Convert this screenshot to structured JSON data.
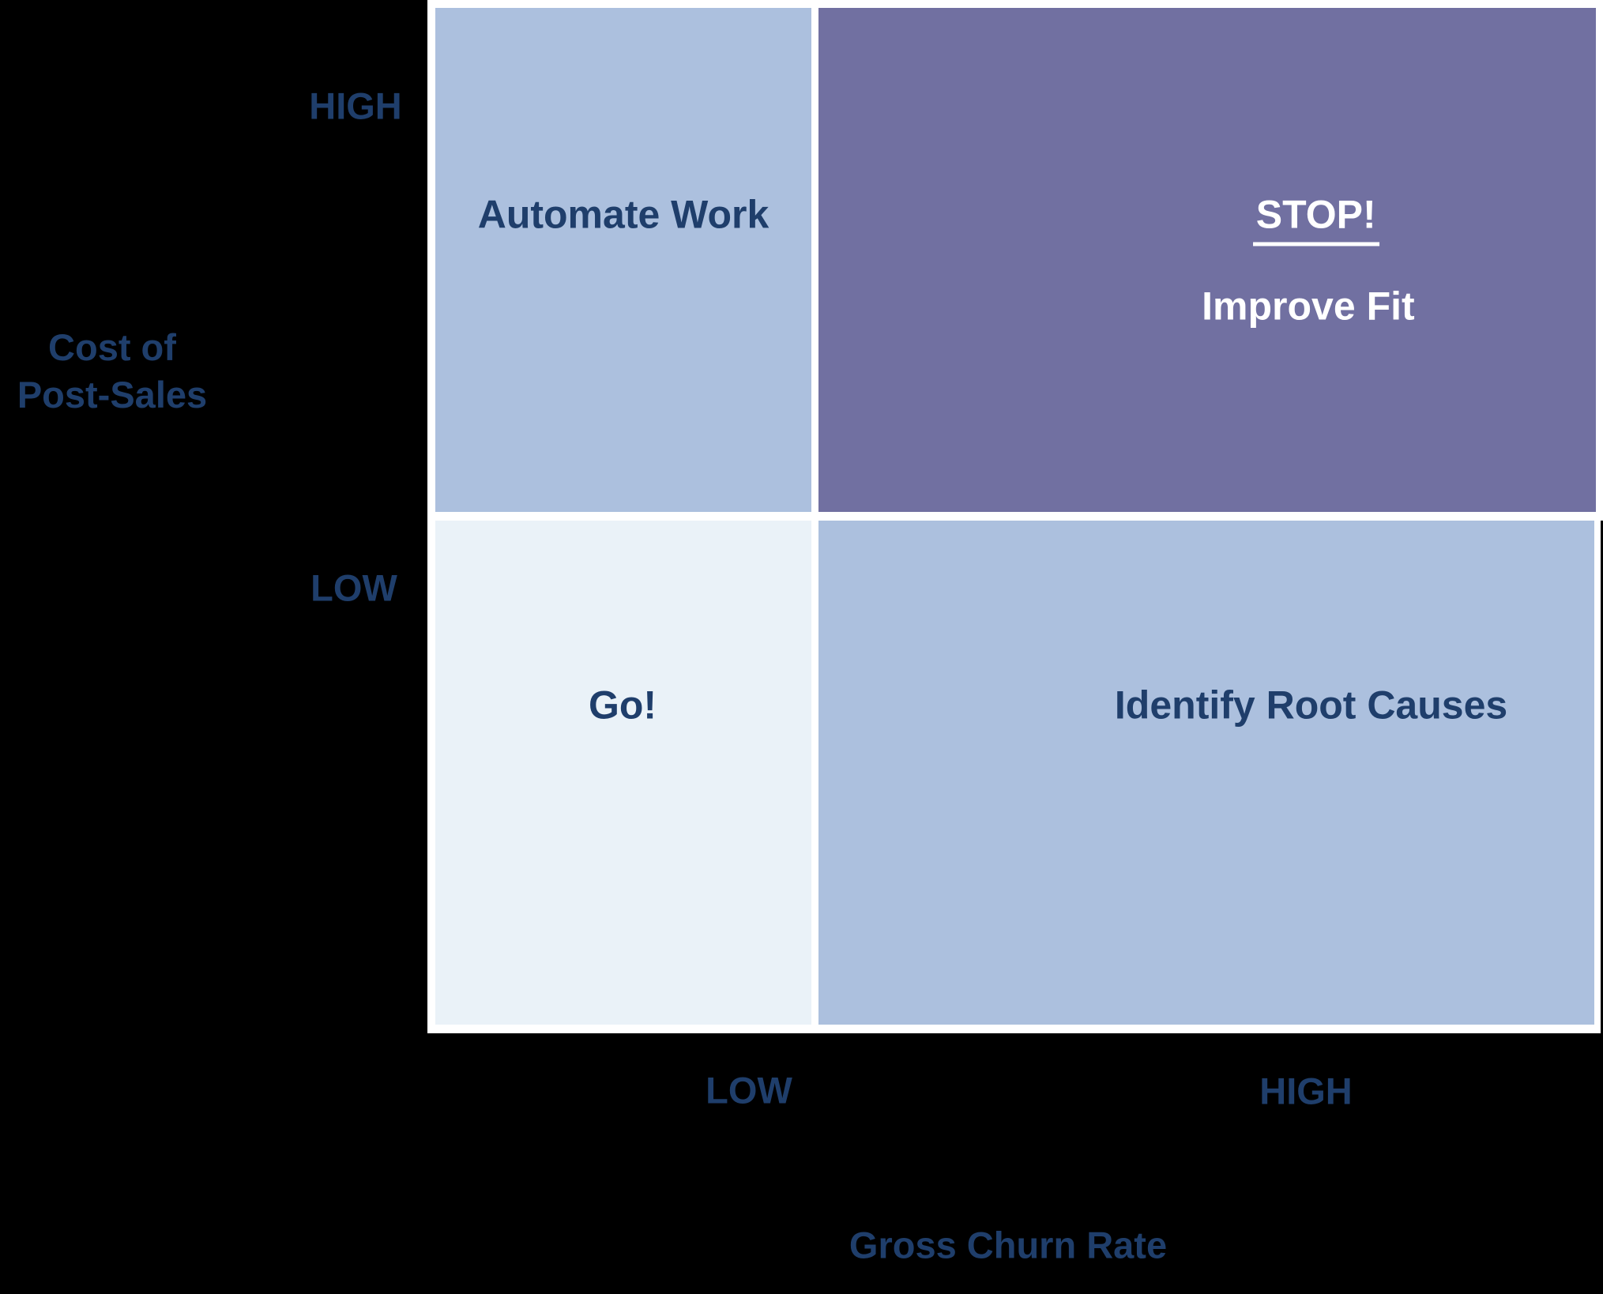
{
  "title": "Gross Churn Rate vs Cost of Post-Sales decision matrix",
  "colors": {
    "background": "#000000",
    "border_white": "#ffffff",
    "quadrant_light_blue": "#ACC0DE",
    "quadrant_purple": "#7170A1",
    "quadrant_pale": "#EAF2F8",
    "text_navy": "#1F3E6B",
    "text_white": "#ffffff"
  },
  "y_axis": {
    "title_line1": "Cost of",
    "title_line2": "Post-Sales",
    "high_label": "HIGH",
    "low_label": "LOW"
  },
  "x_axis": {
    "title": "Gross Churn Rate",
    "low_label": "LOW",
    "high_label": "HIGH"
  },
  "quadrants": {
    "top_left": {
      "label": "Automate Work",
      "x": "LOW",
      "y": "HIGH"
    },
    "top_right": {
      "label_line1": "STOP!",
      "label_line2": "Improve Fit",
      "x": "HIGH",
      "y": "HIGH"
    },
    "bottom_left": {
      "label": "Go!",
      "x": "LOW",
      "y": "LOW"
    },
    "bottom_right": {
      "label": "Identify Root Causes",
      "x": "HIGH",
      "y": "LOW"
    }
  }
}
